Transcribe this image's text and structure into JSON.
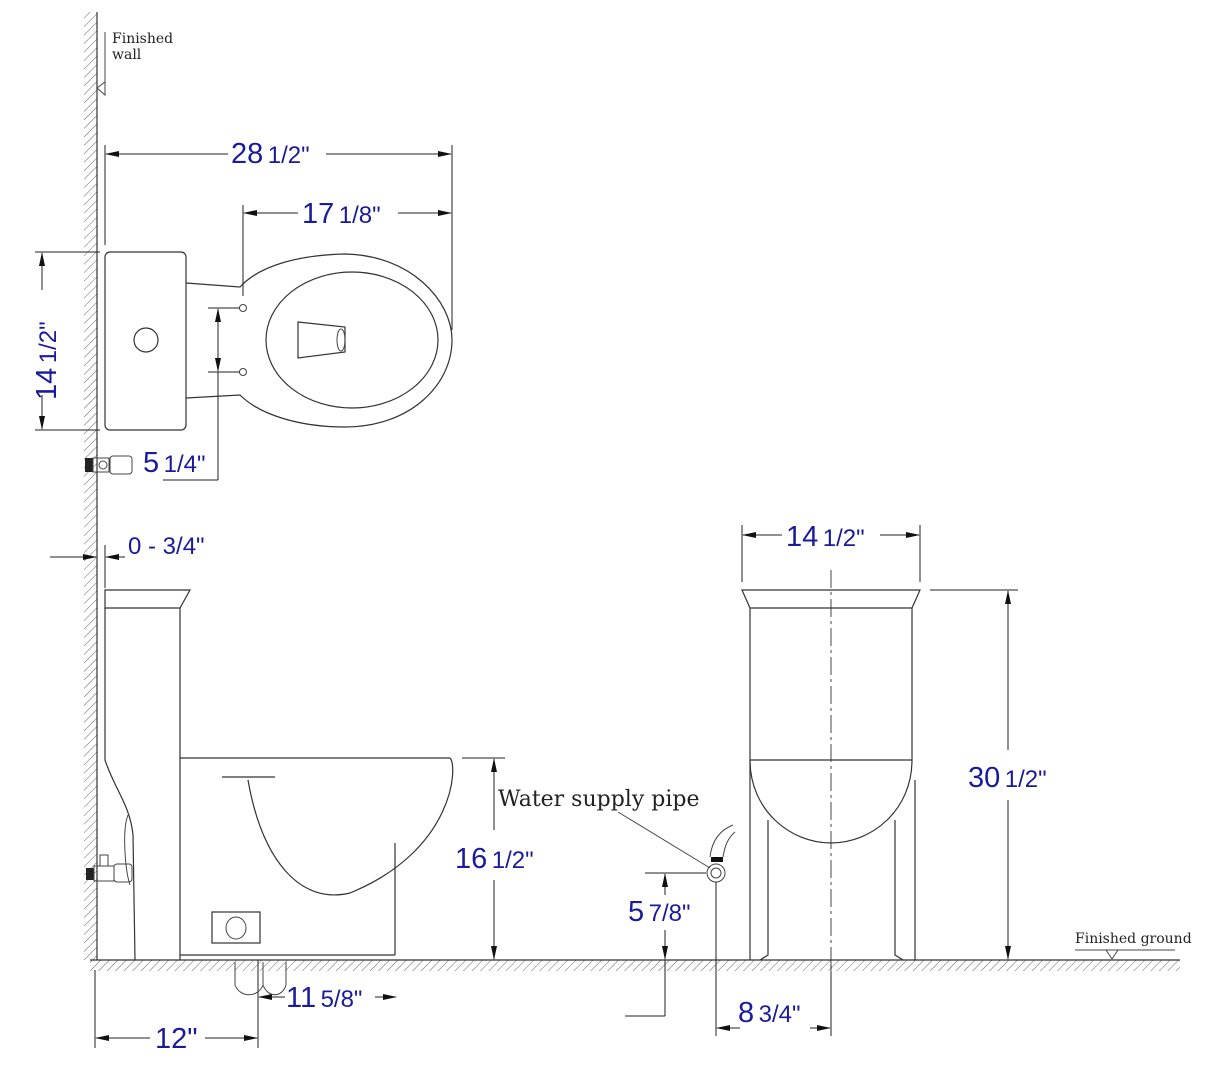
{
  "labels": {
    "finished_wall_line1": "Finished",
    "finished_wall_line2": "wall",
    "water_supply_pipe": "Water supply pipe",
    "finished_ground": "Finished ground"
  },
  "dimensions": {
    "top_overall_length": {
      "whole": "28",
      "frac": "1/2\""
    },
    "top_seat_length": {
      "whole": "17",
      "frac": "1/8\""
    },
    "top_width": {
      "whole": "14",
      "frac": "1/2\""
    },
    "supply_offset_top": {
      "whole": "5",
      "frac": "1/4\""
    },
    "wall_gap": {
      "whole": "",
      "frac": "0 - 3/4\""
    },
    "bowl_height": {
      "whole": "16",
      "frac": "1/2\""
    },
    "rough_in": {
      "whole": "12\"",
      "frac": ""
    },
    "outlet_offset": {
      "whole": "11",
      "frac": "5/8\""
    },
    "supply_height": {
      "whole": "5",
      "frac": "7/8\""
    },
    "supply_center_offset": {
      "whole": "8",
      "frac": "3/4\""
    },
    "front_width": {
      "whole": "14",
      "frac": "1/2\""
    },
    "total_height": {
      "whole": "30",
      "frac": "1/2\""
    }
  },
  "colors": {
    "dimension_text": "#1a1a9c",
    "linework": "#333333"
  }
}
